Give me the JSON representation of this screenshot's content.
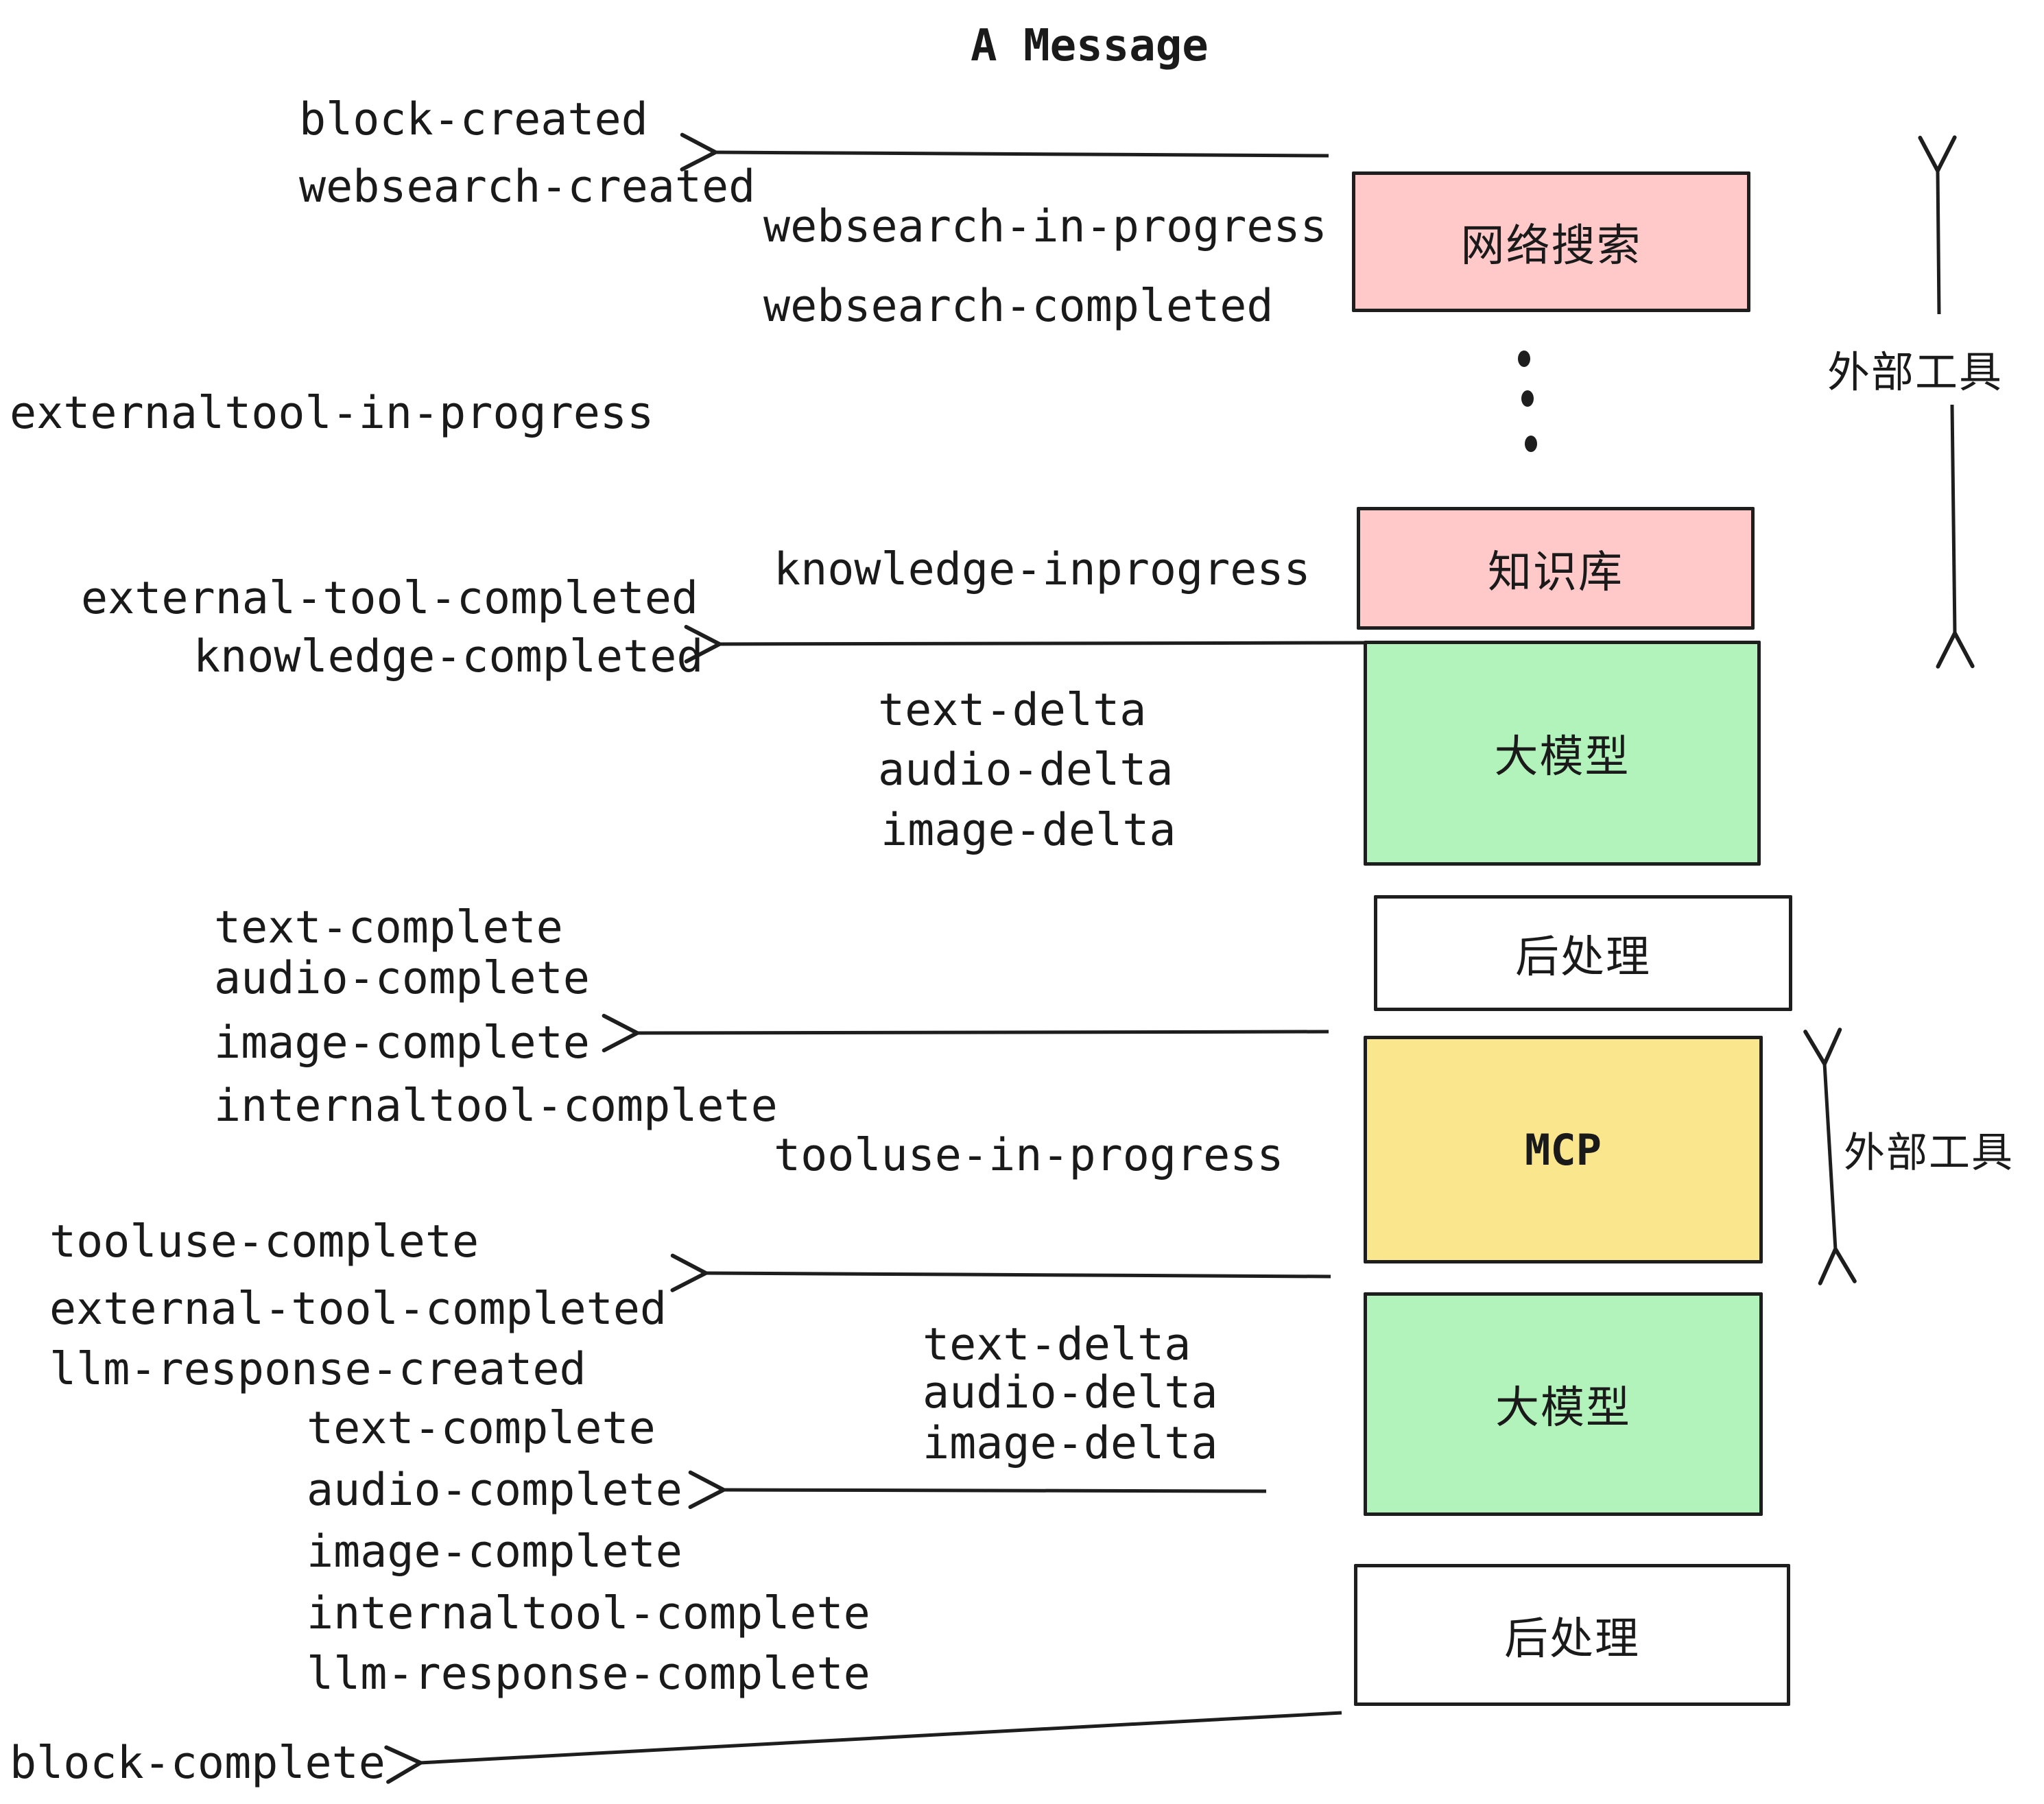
{
  "title": "A Message",
  "palette": {
    "box_pink": "#ffc9c9",
    "box_green": "#b2f2bb",
    "box_yellow": "#fae68c",
    "box_white": "#ffffff",
    "stroke": "#1e1e1e"
  },
  "icons": {
    "between_external_tools": "vertical-ellipsis"
  },
  "boxes": [
    {
      "id": "websearch",
      "label": "网络搜索"
    },
    {
      "id": "knowledge",
      "label": "知识库"
    },
    {
      "id": "llm-1",
      "label": "大模型"
    },
    {
      "id": "post-1",
      "label": "后处理"
    },
    {
      "id": "mcp",
      "label": "MCP"
    },
    {
      "id": "llm-2",
      "label": "大模型"
    },
    {
      "id": "post-2",
      "label": "后处理"
    }
  ],
  "annotations": [
    {
      "id": "external-tools-top",
      "label": "外部工具"
    },
    {
      "id": "external-tools-mid",
      "label": "外部工具"
    }
  ],
  "events": [
    "block-created",
    "websearch-created",
    "websearch-in-progress",
    "websearch-completed",
    "externaltool-in-progress",
    "knowledge-inprogress",
    "external-tool-completed",
    "knowledge-completed",
    "text-delta",
    "audio-delta",
    "image-delta",
    "text-complete",
    "audio-complete",
    "image-complete",
    "internaltool-complete",
    "tooluse-in-progress",
    "tooluse-complete",
    "external-tool-completed",
    "llm-response-created",
    "text-delta",
    "audio-delta",
    "image-delta",
    "text-complete",
    "audio-complete",
    "image-complete",
    "internaltool-complete",
    "llm-response-complete",
    "block-complete"
  ]
}
